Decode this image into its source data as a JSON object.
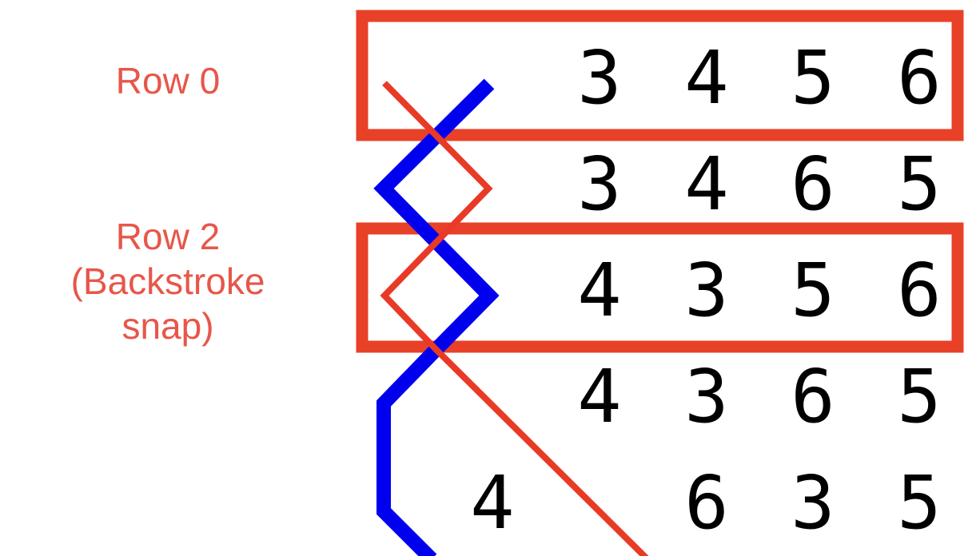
{
  "labels": {
    "row0": "Row 0",
    "row2_line1": "Row 2",
    "row2_line2": "(Backstroke",
    "row2_line3": "snap)"
  },
  "colors": {
    "highlight_box": "#e84128",
    "label_text": "#e8564a",
    "blue_line": "#0000ee",
    "red_line": "#e83a26",
    "digits": "#000000"
  },
  "rows": [
    {
      "index": 0,
      "cells": [
        "",
        "3",
        "4",
        "5",
        "6"
      ],
      "highlighted": true
    },
    {
      "index": 1,
      "cells": [
        "",
        "3",
        "4",
        "6",
        "5"
      ],
      "highlighted": false
    },
    {
      "index": 2,
      "cells": [
        "",
        "4",
        "3",
        "5",
        "6"
      ],
      "highlighted": true
    },
    {
      "index": 3,
      "cells": [
        "",
        "4",
        "3",
        "6",
        "5"
      ],
      "highlighted": false
    },
    {
      "index": 4,
      "cells": [
        "4",
        "",
        "6",
        "3",
        "5"
      ],
      "highlighted": false
    }
  ]
}
